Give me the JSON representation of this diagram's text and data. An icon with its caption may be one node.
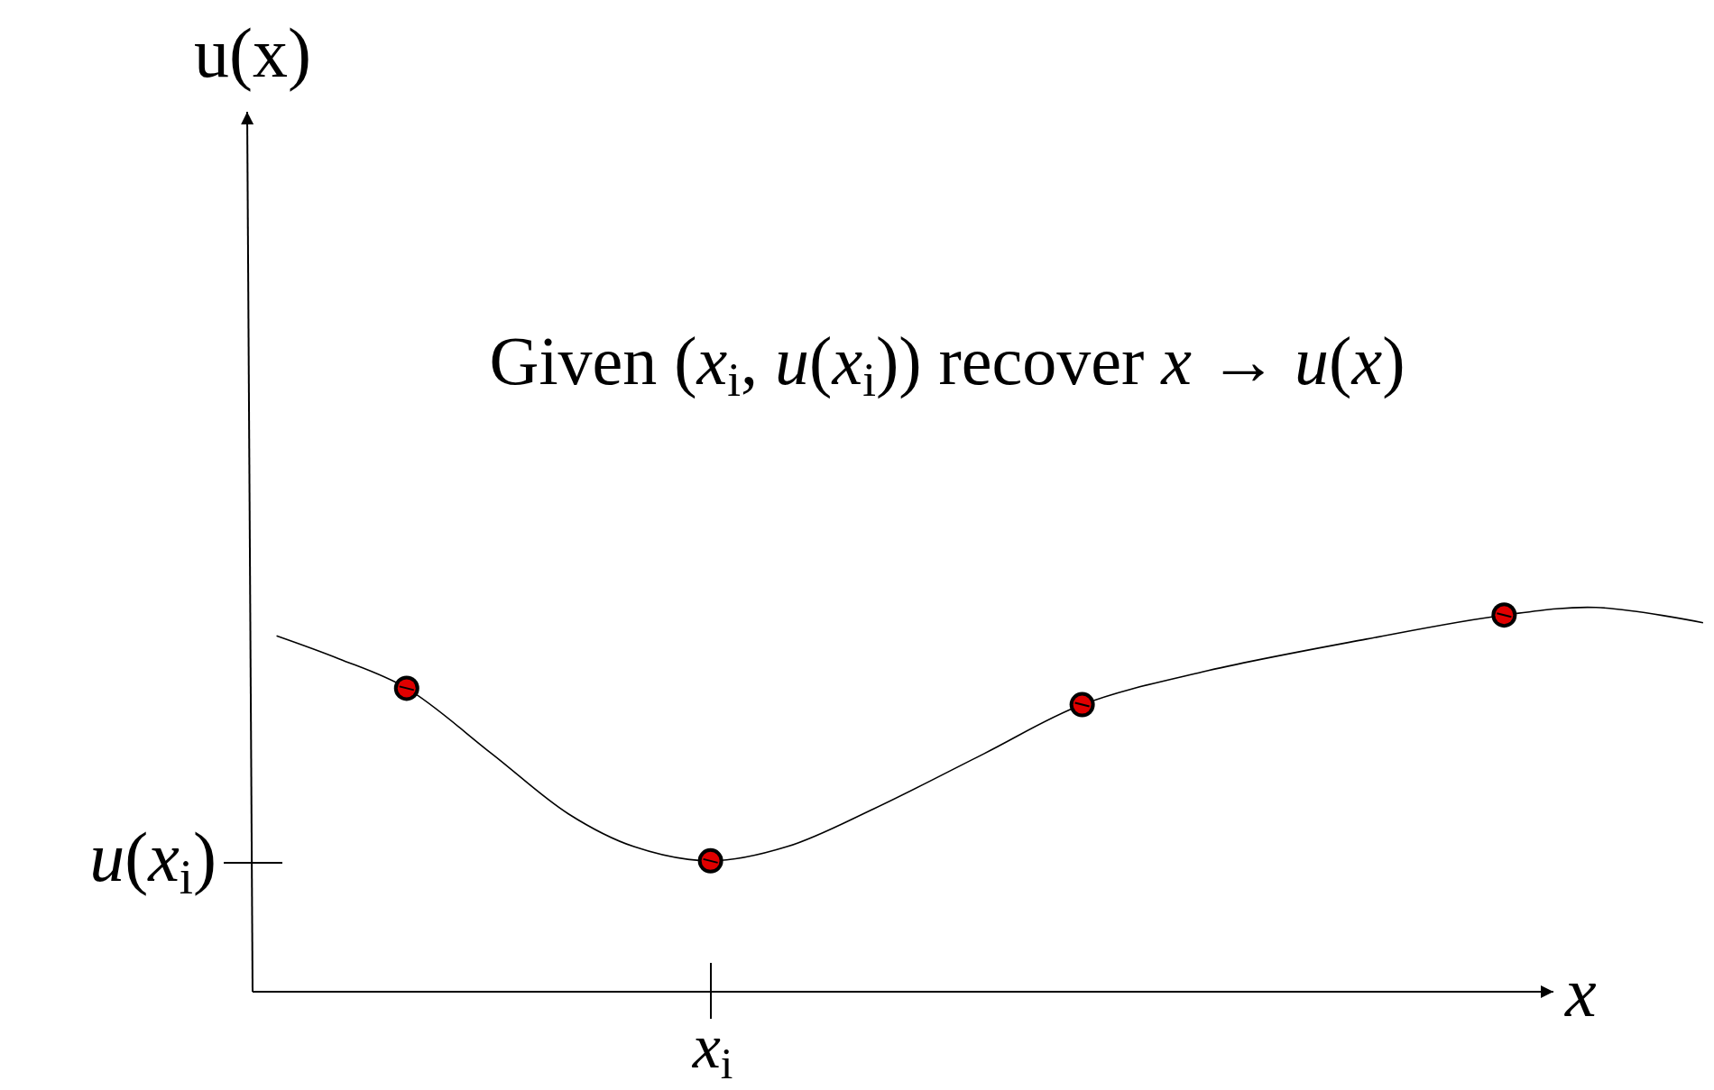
{
  "diagram": {
    "labels": [
      "u(x)",
      "Given (*x*$_{i}$, *u*(*x*$_{i}$)) recover *x* → *u*(*x*)",
      "*u*(*x*$_{i}$)",
      "x",
      "*x*$_{i}$"
    ]
  }
}
